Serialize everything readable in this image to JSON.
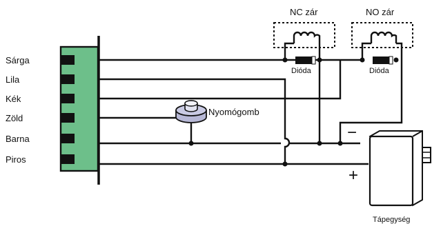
{
  "wire_labels": [
    "Sárga",
    "Lila",
    "Kék",
    "Zöld",
    "Barna",
    "Piros"
  ],
  "locks": {
    "nc_label": "NC zár",
    "no_label": "NO zár",
    "diode_label": "Dióda"
  },
  "button_label": "Nyomógomb",
  "power": {
    "label": "Tápegység",
    "minus": "−",
    "plus": "+"
  },
  "colors": {
    "terminal_block": "#6dbf8a",
    "terminal_pin": "#111111",
    "wire": "#111111",
    "button_body": "#b7b8d6"
  }
}
